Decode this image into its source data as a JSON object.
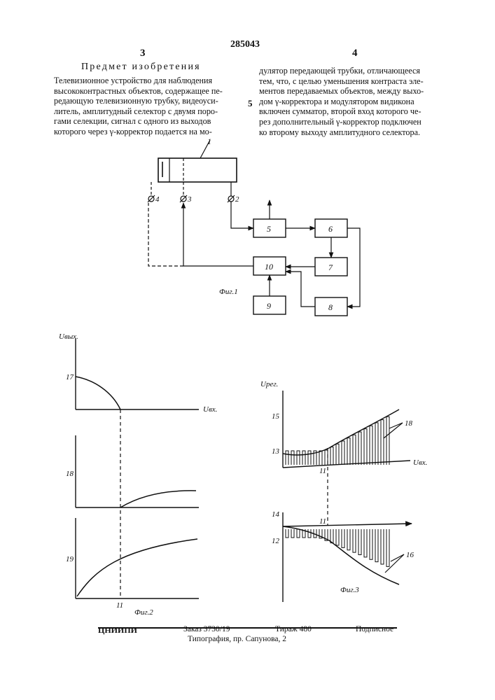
{
  "header": {
    "patent_number": "285043",
    "col_left_num": "3",
    "col_right_num": "4",
    "line_marker": "5"
  },
  "claims": {
    "title": "Предмет изобретения",
    "left_lines": [
      "Телевизионное устройство для наблюдения",
      "высококонтрастных объектов, содержащее пе-",
      "редающую телевизионную трубку, видеоуси-",
      "литель, амплитудный селектор с двумя поро-",
      "гами селекции, сигнал с одного из выходов",
      "которого через γ-корректор подается на мо-"
    ],
    "right_lines": [
      "дулятор передающей трубки, отличающееся",
      "тем, что, с целью уменьшения контраста эле-",
      "ментов передаваемых объектов, между выхо-",
      "дом γ-корректора и модулятором видикона",
      "включен сумматор, второй вход которого че-",
      "рез дополнительный γ-корректор подключен",
      "ко второму выходу амплитудного селектора."
    ]
  },
  "figures": {
    "fig1": {
      "caption": "Фиг.1",
      "tube_label": "1",
      "terminals": [
        "4",
        "3",
        "2"
      ],
      "blocks": [
        "5",
        "6",
        "7",
        "8",
        "9",
        "10"
      ]
    },
    "fig2": {
      "caption": "Фиг.2",
      "y_label_top": "Uвых.",
      "x_label_top": "Uвх.",
      "curve_labels": [
        "17",
        "18",
        "19"
      ],
      "threshold_label": "11"
    },
    "fig3": {
      "caption": "Фиг.3",
      "y_label_top": "Uрег.",
      "x_label_top": "Uвх.",
      "labels_top": [
        "15",
        "13",
        "11",
        "18"
      ],
      "labels_bottom": [
        "14",
        "12",
        "11",
        "16"
      ]
    }
  },
  "footer": {
    "org": "ЦНИИПИ",
    "order": "Заказ 3730/19",
    "tirazh": "Тираж 480",
    "podpisnoe": "Подписное",
    "print": "Типография, пр. Сапунова, 2"
  }
}
